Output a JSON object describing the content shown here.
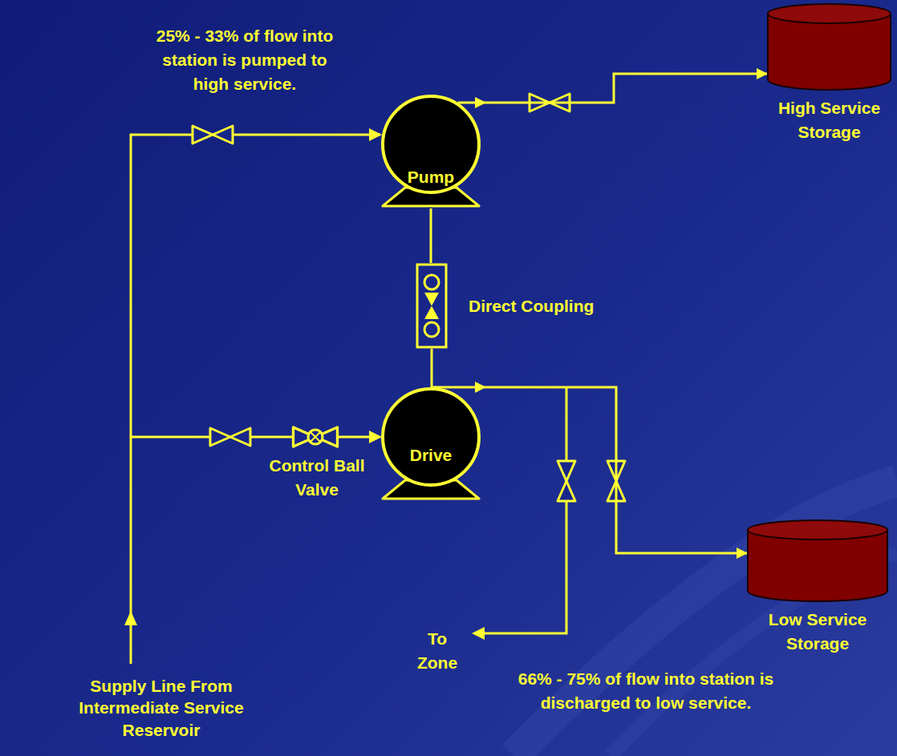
{
  "diagram": {
    "nodes": [
      {
        "text": [
          "Pump"
        ]
      },
      {
        "text": [
          "High Service Storage"
        ]
      },
      {
        "text": [
          "Direct Coupling"
        ]
      },
      {
        "text": [
          "Drive"
        ]
      },
      {
        "text": [
          "Low Service Storage"
        ]
      }
    ],
    "edges": [
      {
        "from": 0,
        "to": 1,
        "arrow": "to"
      },
      {
        "from": 0,
        "to": 2,
        "arrow": "none"
      },
      {
        "from": 2,
        "to": 3,
        "arrow": "none"
      },
      {
        "from": 3,
        "to": 4,
        "arrow": "to"
      }
    ],
    "labels": [
      "25% - 33% of flow into station is pumped to high service.",
      "Control Ball Valve",
      "To Zone",
      "Supply Line From Intermediate Service Reservoir",
      "66% - 75% of flow into station is discharged to low service."
    ]
  }
}
